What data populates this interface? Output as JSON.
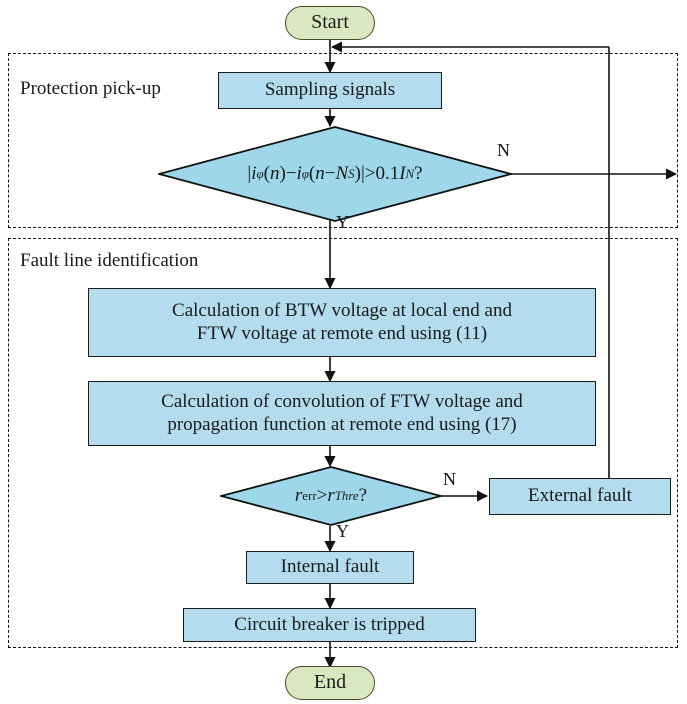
{
  "diagram": {
    "title": "Protection algorithm flowchart",
    "type": "flowchart",
    "colors": {
      "process_fill": "#b3dcef",
      "terminal_fill": "#d9e8c0",
      "stroke": "#1b1b1b",
      "background": "#ffffff"
    }
  },
  "terminals": {
    "start": "Start",
    "end": "End"
  },
  "sections": [
    {
      "id": "protection-pickup",
      "label": "Protection pick-up"
    },
    {
      "id": "fault-line-identification",
      "label": "Fault line identification"
    }
  ],
  "nodes": {
    "sampling": "Sampling signals",
    "calc_btw_line1": "Calculation of BTW voltage at local end and",
    "calc_btw_line2": "FTW voltage at remote end using (11)",
    "calc_conv_line1": "Calculation of convolution of FTW voltage and",
    "calc_conv_line2": "propagation function at remote end using (17)",
    "external_fault": "External fault",
    "internal_fault": "Internal fault",
    "circuit_breaker": "Circuit breaker is tripped"
  },
  "decisions": {
    "pickup": {
      "expression": "|i_phi(n) - i_phi(n - N_S)| > 0.1 I_N ?",
      "parts": {
        "bar_open": "|",
        "i1": "i",
        "sub_phi": "φ",
        "n1": "(n)",
        "minus1": "−",
        "i2": "i",
        "n2": "(n",
        "minus2": "−",
        "N": "N",
        "sub_S": "S",
        "close": ")",
        "bar_close": "|",
        "gt": ">",
        "value": "0.1",
        "I": "I",
        "sub_N": "N",
        "question": "?"
      }
    },
    "threshold": {
      "expression": "r_err > r_Thre ?",
      "parts": {
        "r1": "r",
        "sub_err": "err",
        "gt": ">",
        "r2": "r",
        "sub_thre": "Thre",
        "question": "?"
      }
    }
  },
  "edge_labels": {
    "pickup_no": "N",
    "pickup_yes": "Y",
    "threshold_no": "N",
    "threshold_yes": "Y"
  }
}
